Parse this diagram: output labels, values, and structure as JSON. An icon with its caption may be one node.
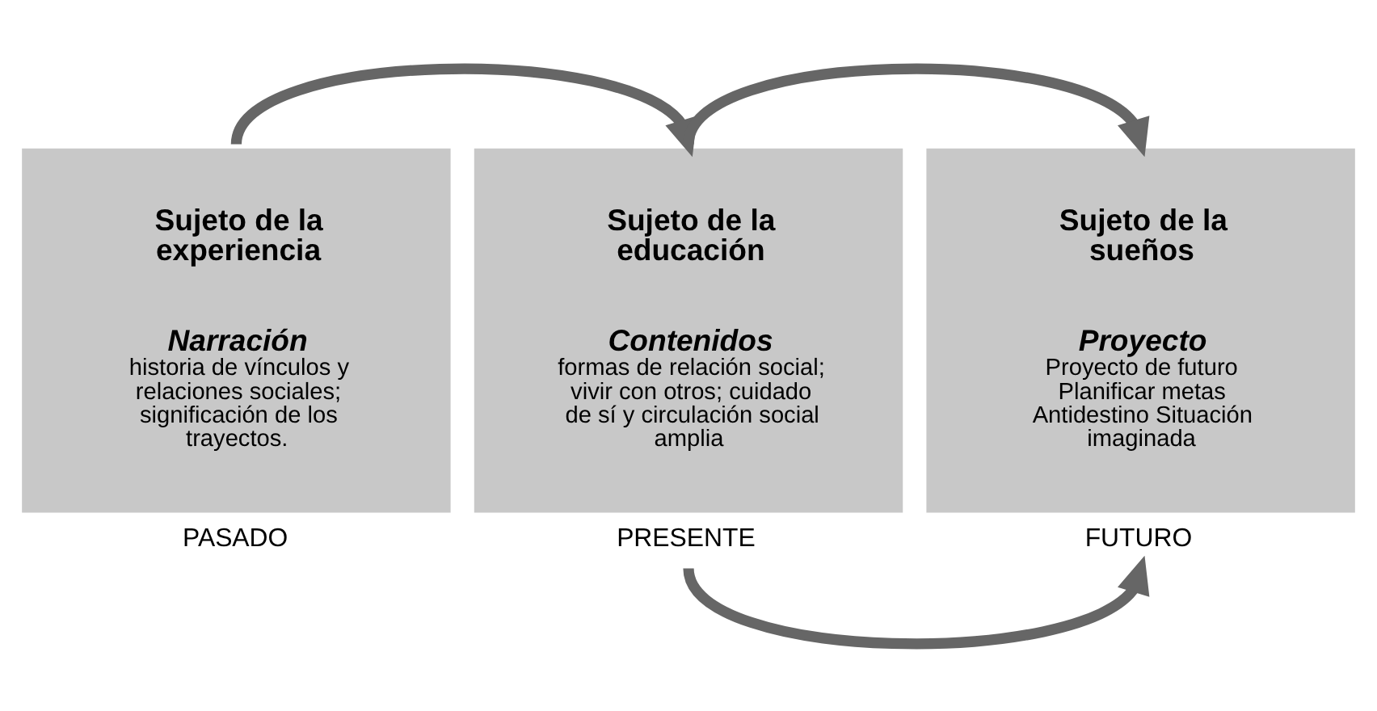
{
  "diagram": {
    "nodes": [
      {
        "text": [
          "Sujeto de la experiencia",
          "Narración",
          "historia de vínculos y relaciones sociales; significación de los trayectos."
        ],
        "beside": [
          "PASADO"
        ]
      },
      {
        "text": [
          "Sujeto de la educación",
          "Contenidos",
          "formas de relación social; vivir con otros; cuidado de sí y circulación social amplia"
        ],
        "beside": [
          "PRESENTE"
        ]
      },
      {
        "text": [
          "Sujeto de la sueños",
          "Proyecto",
          "Proyecto de futuro Planificar metas Antidestino Situación imaginada"
        ],
        "beside": [
          "FUTURO"
        ]
      }
    ],
    "edges": [
      {
        "from": 0,
        "to": 1,
        "arrow": "to"
      },
      {
        "from": 1,
        "to": 2,
        "arrow": "to"
      },
      {
        "from": 1,
        "to": 2,
        "arrow": "to"
      }
    ]
  }
}
